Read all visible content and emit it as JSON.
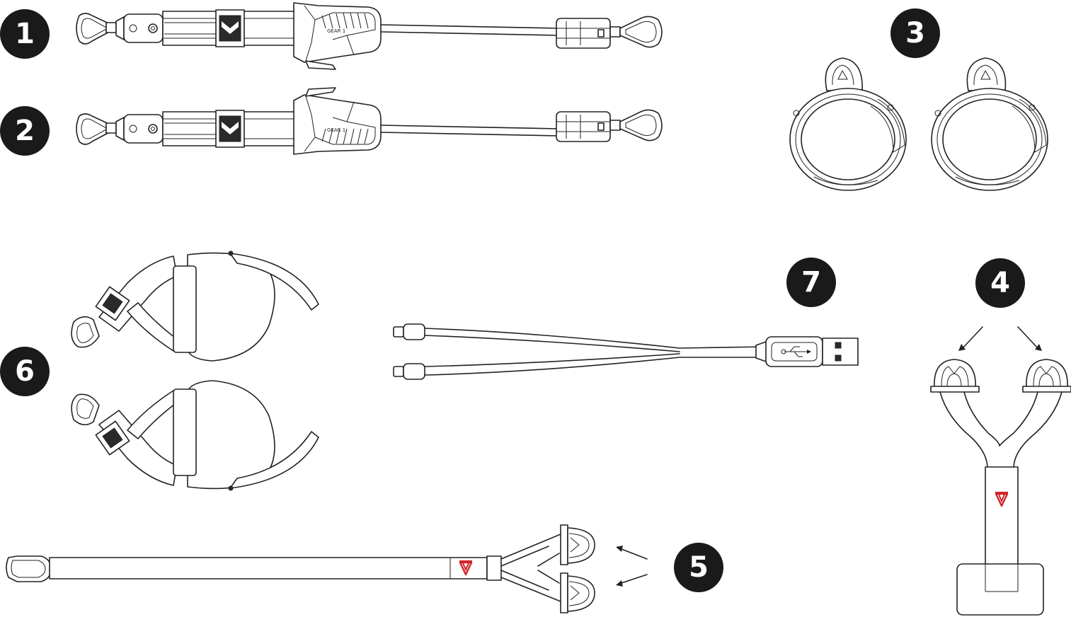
{
  "badges": {
    "b1": "1",
    "b2": "2",
    "b3": "3",
    "b4": "4",
    "b5": "5",
    "b6": "6",
    "b7": "7"
  },
  "colors": {
    "badge_bg": "#1a1a1a",
    "badge_text": "#ffffff",
    "line": "#222222",
    "logo_red": "#d2232a"
  },
  "icons": {
    "logo": "y-shield-logo-icon",
    "usb": "usb-icon",
    "arrow": "arrow-icon"
  }
}
